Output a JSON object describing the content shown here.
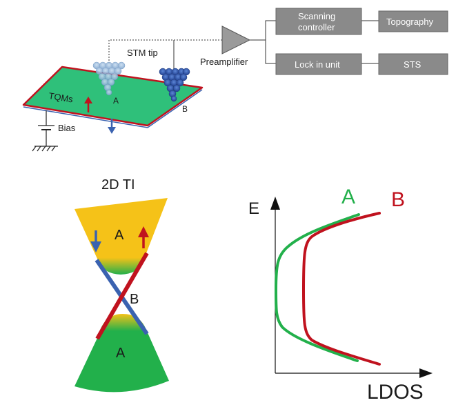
{
  "setup": {
    "stm_tip_label": "STM tip",
    "preamplifier_label": "Preamplifier",
    "tqms_label": "TQMs",
    "bias_label": "Bias",
    "tip_a_label": "A",
    "tip_b_label": "B",
    "scanning_controller_line1": "Scanning",
    "scanning_controller_line2": "controller",
    "topography_label": "Topography",
    "lockin_label": "Lock in unit",
    "sts_label": "STS"
  },
  "band": {
    "title": "2D TI",
    "upper_cone_label": "A",
    "crossing_label": "B",
    "lower_cone_label": "A"
  },
  "ldos": {
    "y_axis_label": "E",
    "x_axis_label": "LDOS",
    "curve_a_label": "A",
    "curve_b_label": "B"
  },
  "colors": {
    "green": "#22b04b",
    "red": "#c0121e",
    "blue": "#3a62b0",
    "yellow": "#f5c218",
    "box_gray": "#8a8a8a"
  }
}
